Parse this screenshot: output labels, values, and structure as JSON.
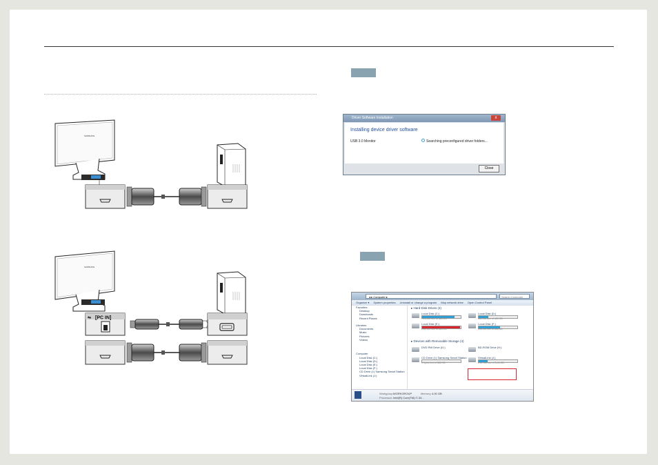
{
  "left": {
    "setup1": {
      "monitor_logo": "SAMSUNG"
    },
    "setup2": {
      "monitor_logo": "SAMSUNG",
      "usb_port_label": "[PC IN]"
    }
  },
  "right": {
    "driver_dialog": {
      "window_title": "Driver Software Installation",
      "close_x": "x",
      "heading": "Installing device driver software",
      "device_name": "USB 3.0 Monitor",
      "status_text": "Searching preconfigured driver folders...",
      "close_button": "Close"
    },
    "explorer": {
      "address": "◂ ▸ Computer ▸",
      "search_placeholder": "Search Computer",
      "toolbar": [
        "Organize ▾",
        "System properties",
        "Uninstall or change a program",
        "Map network drive",
        "Open Control Panel"
      ],
      "nav": [
        {
          "label": "Favorites",
          "header": true
        },
        {
          "label": "Desktop"
        },
        {
          "label": "Downloads"
        },
        {
          "label": "Recent Places"
        },
        {
          "label": "",
          "gap": true
        },
        {
          "label": "Libraries",
          "header": true
        },
        {
          "label": "Documents"
        },
        {
          "label": "Music"
        },
        {
          "label": "Pictures"
        },
        {
          "label": "Videos"
        },
        {
          "label": "",
          "gap": true
        },
        {
          "label": "",
          "gap": true
        },
        {
          "label": "",
          "gap": true
        },
        {
          "label": "Computer",
          "header": true
        },
        {
          "label": "Local Disk (C:)"
        },
        {
          "label": "Local Disk (D:)"
        },
        {
          "label": "Local Disk (E:)"
        },
        {
          "label": "Local Disk (F:)"
        },
        {
          "label": "CD Drive (I:) Samsung Smart Station"
        },
        {
          "label": "VirtualLink (J:)"
        }
      ],
      "group_hdd": "▸ Hard Disk Drives (4)",
      "group_removable": "▸ Devices with Removable Storage (4)",
      "drives": [
        {
          "name": "Local Disk (C:)",
          "free": "75.0 GB free of 465 GB",
          "fill": 0.84,
          "color": "#2ea0d9"
        },
        {
          "name": "Local Disk (D:)",
          "free": "350 GB free of 465 GB",
          "fill": 0.25,
          "color": "#2ea0d9"
        },
        {
          "name": "Local Disk (E:)",
          "free": "2.80 GB free of 465 GB",
          "fill": 0.99,
          "color": "#d9232d"
        },
        {
          "name": "Local Disk (F:)",
          "free": "208 GB free of 465 GB",
          "fill": 0.55,
          "color": "#2ea0d9"
        },
        {
          "name": "DVD RW Drive (G:)",
          "free": "",
          "fill": 0,
          "color": "#2ea0d9"
        },
        {
          "name": "BD-ROM Drive (H:)",
          "free": "",
          "fill": 0,
          "color": "#2ea0d9"
        },
        {
          "name": "CD Drive (I:) Samsung Smart Station",
          "free": "0 bytes free of 884 KB",
          "fill": 0,
          "color": "#2ea0d9"
        },
        {
          "name": "VirtualLink (J:)",
          "free": "2.61 GB free of 3.43 GB",
          "fill": 0.24,
          "color": "#2ea0d9"
        }
      ],
      "details": {
        "workgroup_label": "Workgroup:",
        "workgroup": "WORKGROUP",
        "memory_label": "Memory:",
        "memory": "4.00 GB",
        "processor_label": "Processor:",
        "processor": "Intel(R) Core(TM) i7-34..."
      }
    }
  },
  "colors": {
    "tag": "#8aa3b1",
    "highlight": "#d9232d",
    "accent": "#2ea0d9"
  }
}
